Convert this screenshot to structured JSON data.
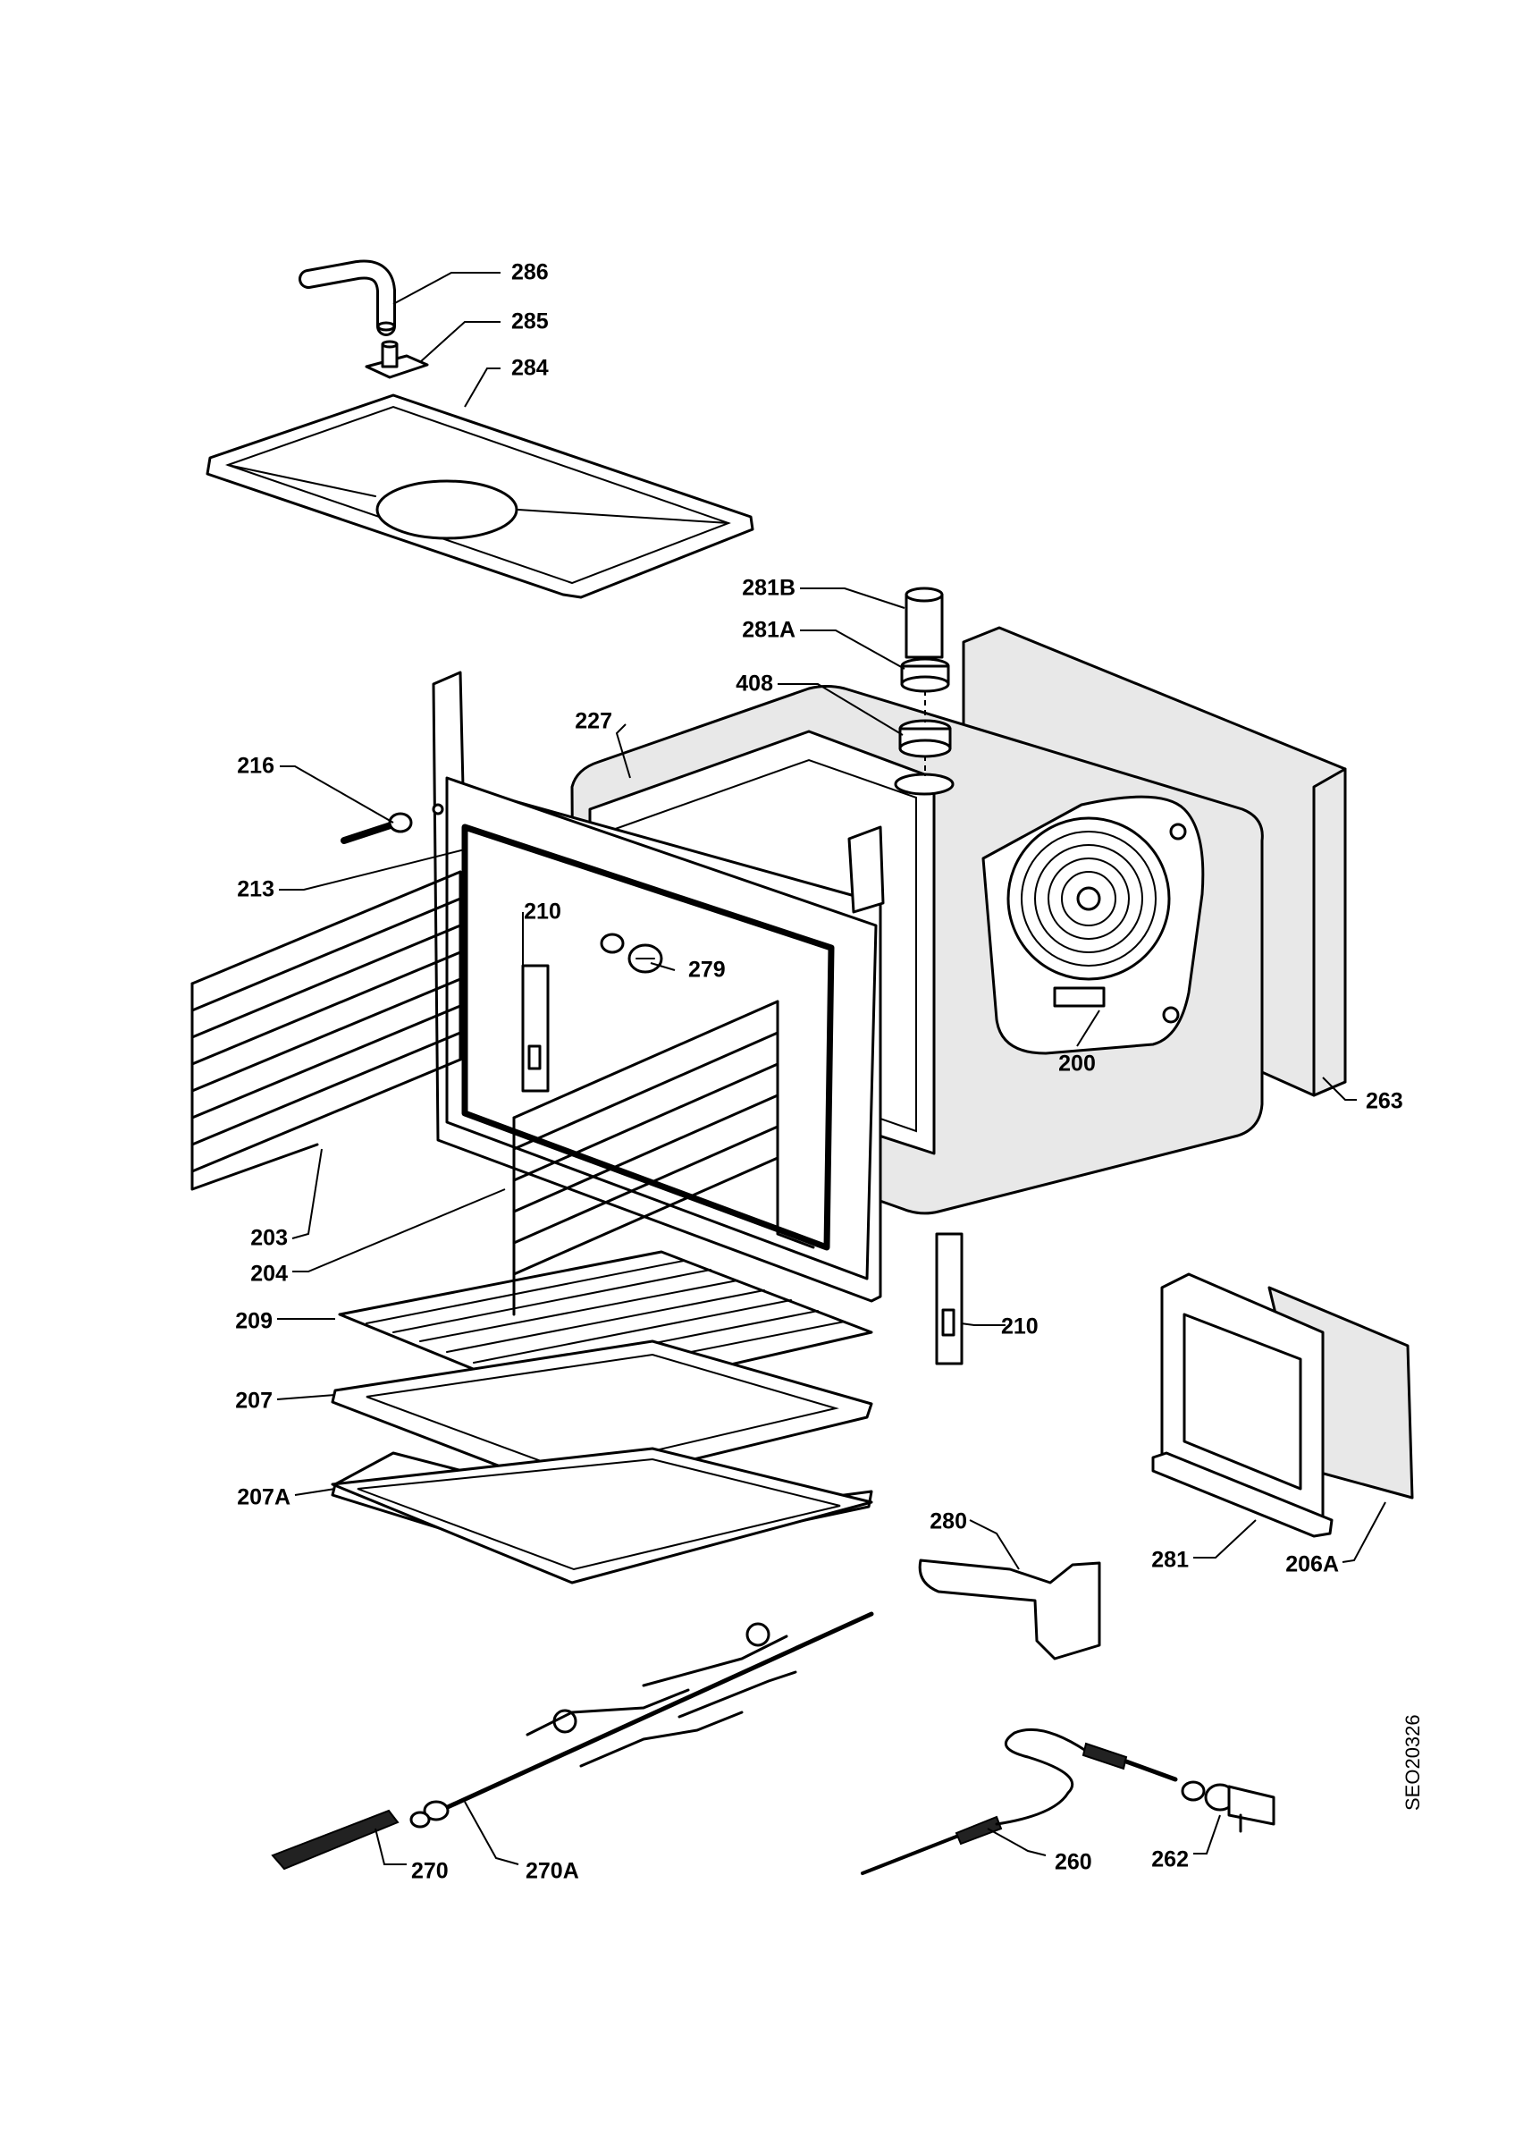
{
  "diagram": {
    "labels": {
      "286": "286",
      "285": "285",
      "284": "284",
      "281B": "281B",
      "281A": "281A",
      "408": "408",
      "227": "227",
      "216": "216",
      "213": "213",
      "210a": "210",
      "279": "279",
      "200": "200",
      "263": "263",
      "203": "203",
      "204": "204",
      "209": "209",
      "210b": "210",
      "207": "207",
      "207A": "207A",
      "280": "280",
      "281": "281",
      "206A": "206A",
      "270": "270",
      "270A": "270A",
      "260": "260",
      "262": "262"
    },
    "document_code": "SEO20326"
  }
}
